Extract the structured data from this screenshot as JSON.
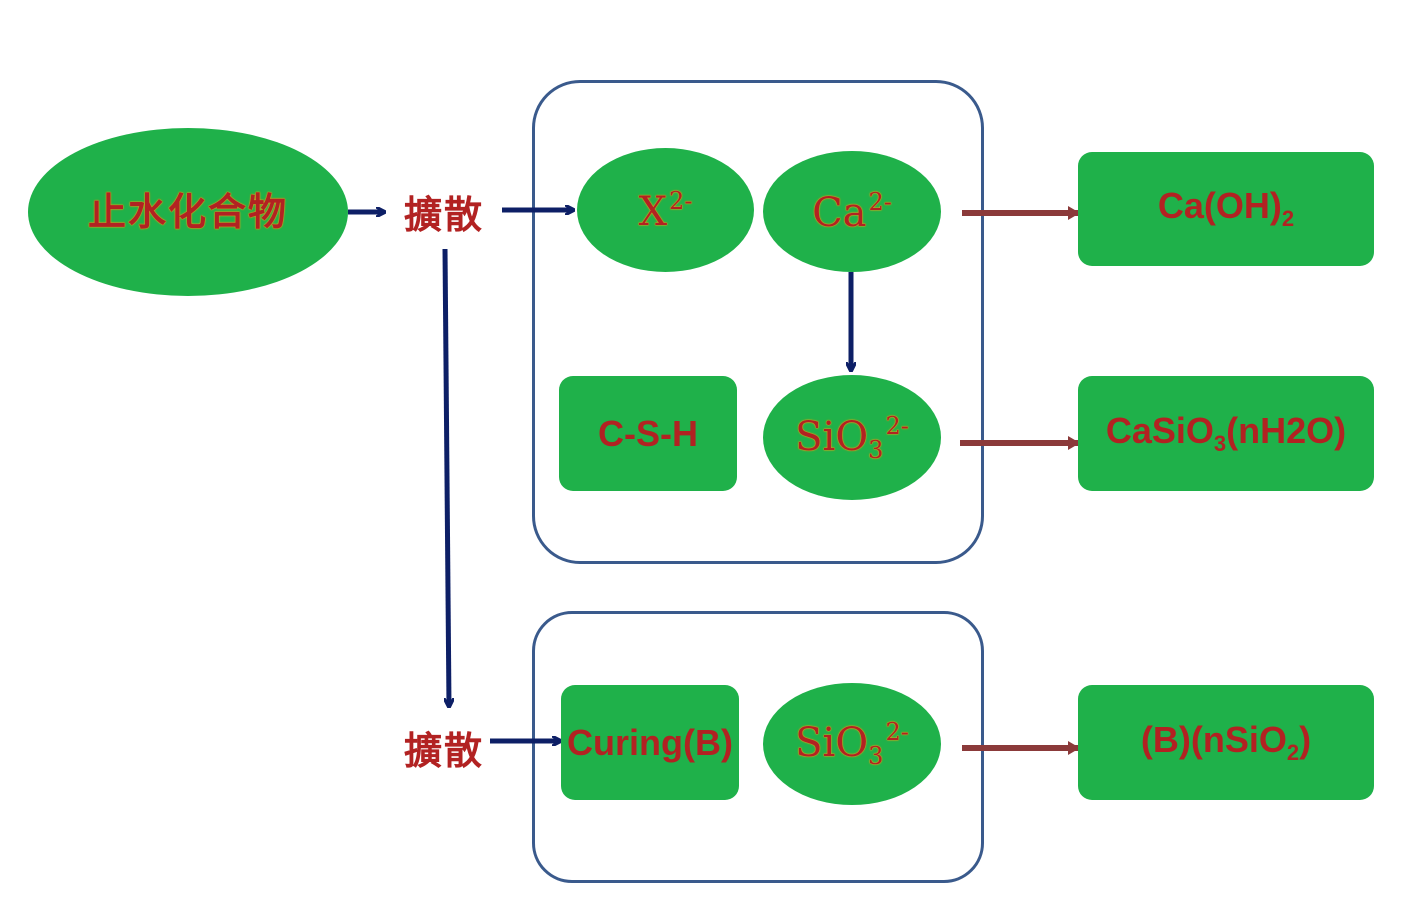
{
  "colors": {
    "node_fill": "#1fb14a",
    "label_text": "#b22222",
    "ion_outline": "#e0b020",
    "flow_arrow": "#0d1f66",
    "product_arrow": "#8b3a3a",
    "group_border": "#3a5a8c"
  },
  "nodes": {
    "source": "止水化合物",
    "diffuse_top": "擴散",
    "diffuse_bottom": "擴散",
    "x_ion": {
      "base": "X",
      "charge": "2-"
    },
    "ca_ion": {
      "base": "Ca",
      "charge": "2-"
    },
    "csh": "C-S-H",
    "sio3_top": {
      "base": "SiO",
      "sub": "3",
      "charge": "2-"
    },
    "curing": "Curing(B)",
    "sio3_bottom": {
      "base": "SiO",
      "sub": "3",
      "charge": "2-"
    }
  },
  "products": {
    "caoh2": {
      "pre": "Ca(OH)",
      "sub": "2",
      "post": ""
    },
    "casio3": {
      "pre": "CaSiO",
      "sub": "3",
      "post": "(nH2O)"
    },
    "bnsio2": {
      "pre": "(B)(nSiO",
      "sub": "2",
      "post": ")"
    }
  }
}
